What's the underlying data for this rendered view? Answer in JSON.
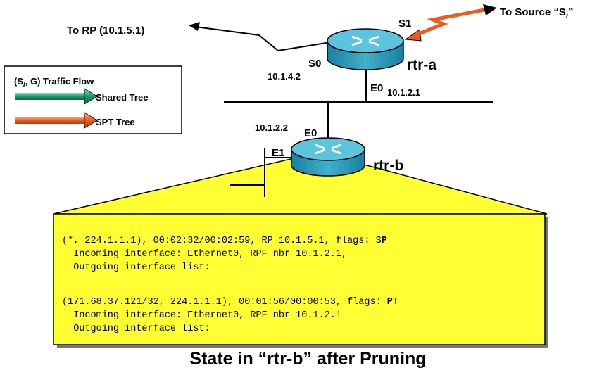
{
  "labels": {
    "to_rp": "To RP (10.1.5.1)",
    "to_source_prefix": "To Source “S",
    "to_source_sub": "i",
    "to_source_suffix": "”",
    "rtr_a": "rtr-a",
    "rtr_b": "rtr-b",
    "s0": "S0",
    "s1": "S1",
    "e0_a": "E0",
    "e0_b": "E0",
    "e1_b": "E1",
    "ip_s0": "10.1.4.2",
    "ip_e0_a": "10.1.2.1",
    "ip_e0_b": "10.1.2.2"
  },
  "legend": {
    "title_prefix": "(S",
    "title_sub": "i",
    "title_suffix": ", G) Traffic Flow",
    "shared_tree": "Shared Tree",
    "spt_tree": "SPT Tree"
  },
  "colors": {
    "shared_tree": "#1a9a6e",
    "spt_tree": "#f05a1e",
    "router_body": "#2a9ab8",
    "router_top": "#5cc4dc",
    "callout_fill": "#ffff33"
  },
  "terminal": {
    "line1": "(*, 224.1.1.1), 00:02:32/00:02:59, RP 10.1.5.1, flags: S",
    "line1_flag": "P",
    "line2": "  Incoming interface: Ethernet0, RPF nbr 10.1.2.1,",
    "line3": "  Outgoing interface list:",
    "line4": "(171.68.37.121/32, 224.1.1.1), 00:01:56/00:00:53, flags: ",
    "line4_flag": "P",
    "line4_tail": "T",
    "line5": "  Incoming interface: Ethernet0, RPF nbr 10.1.2.1",
    "line6": "  Outgoing interface list:"
  },
  "caption": "State in “rtr-b” after Pruning"
}
